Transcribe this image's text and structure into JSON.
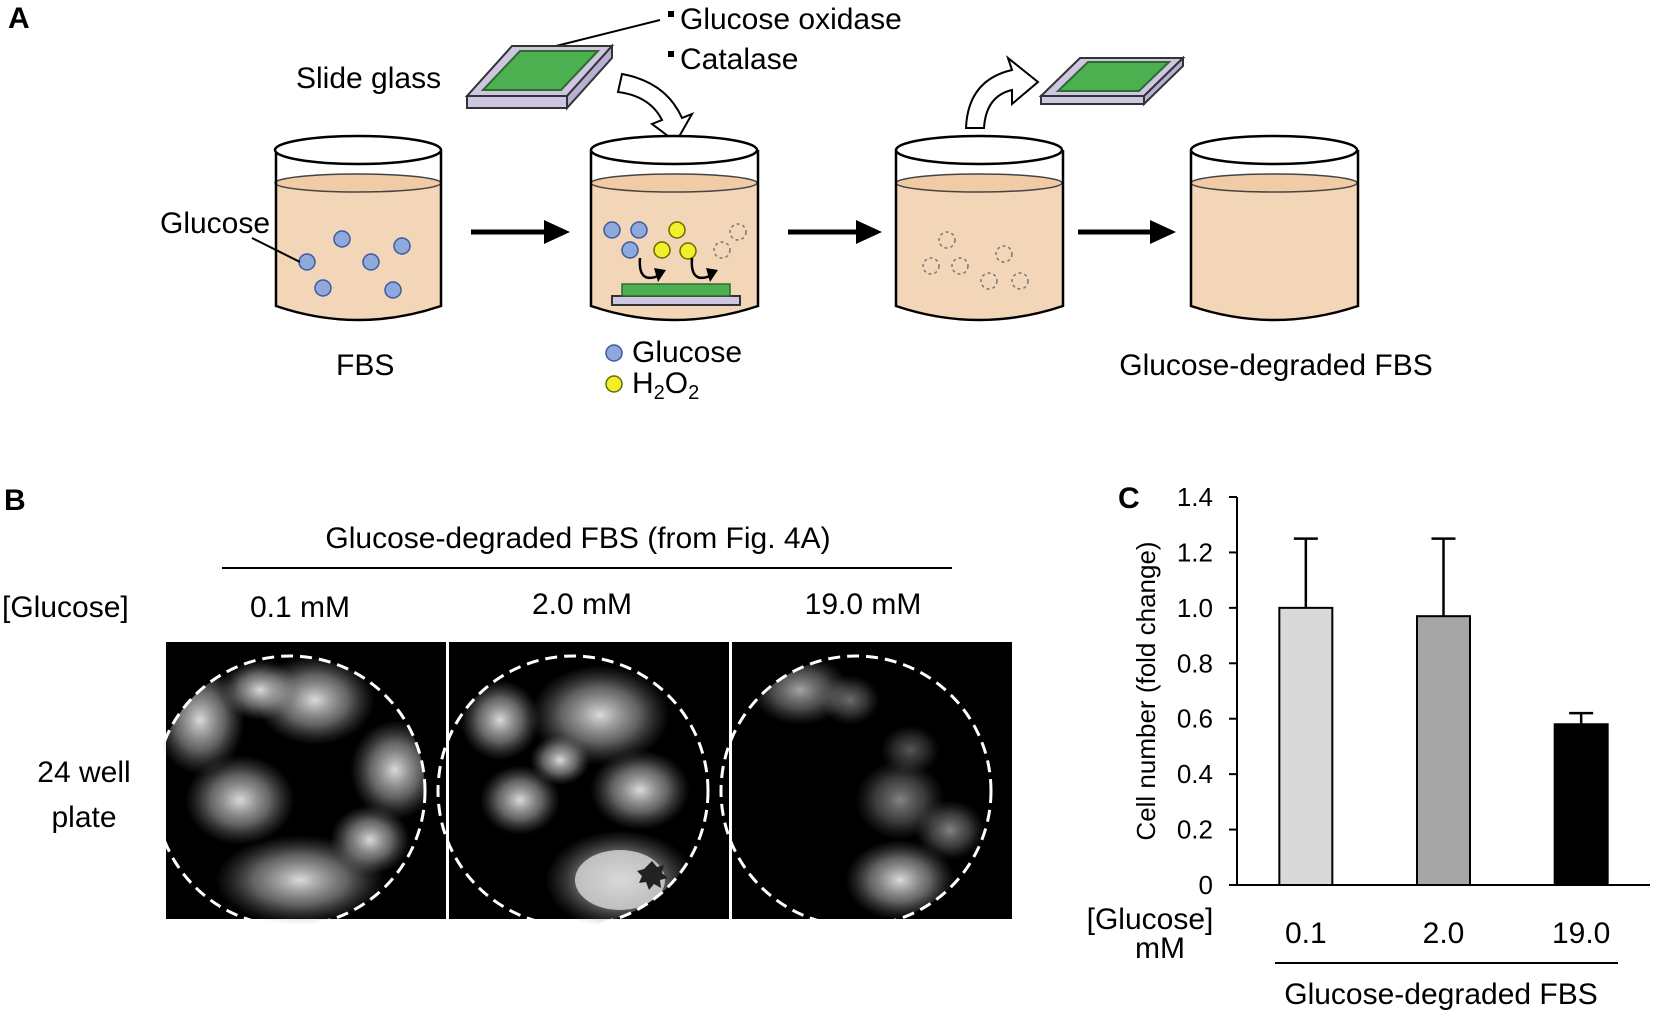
{
  "panel_a": {
    "letter": "A",
    "slide_glass": "Slide glass",
    "enzyme_1": "Glucose oxidase",
    "enzyme_2": "Catalase",
    "glucose_pointer": "Glucose",
    "beaker_1_label": "FBS",
    "legend_glucose": "Glucose",
    "legend_h2o2_h": "H",
    "legend_h2o2_2a": "2",
    "legend_h2o2_o": "O",
    "legend_h2o2_2b": "2",
    "beaker_4_label": "Glucose-degraded FBS",
    "colors": {
      "fbs_liquid": "#f3d6b8",
      "glucose": "#8fa9dc",
      "h2o2": "#f5ee2a",
      "enzyme_coating": "#4caf50",
      "slide": "#cfc6e2"
    }
  },
  "panel_b": {
    "letter": "B",
    "header": "Glucose-degraded FBS (from Fig. 4A)",
    "glucose_label": "[Glucose]",
    "conditions": [
      "0.1 mM",
      "2.0 mM",
      "19.0 mM"
    ],
    "row_label_1": "24 well",
    "row_label_2": "plate"
  },
  "panel_c": {
    "letter": "C",
    "xlabel_1": "[Glucose]",
    "xlabel_2": "mM",
    "group_label": "Glucose-degraded FBS",
    "chart_data": {
      "type": "bar",
      "categories": [
        "0.1",
        "2.0",
        "19.0"
      ],
      "values": [
        1.0,
        0.97,
        0.58
      ],
      "error_upper": [
        0.25,
        0.28,
        0.04
      ],
      "ylabel": "Cell number (fold change)",
      "ylim": [
        0,
        1.4
      ],
      "yticks": [
        "0",
        "0.2",
        "0.4",
        "0.6",
        "0.8",
        "1.0",
        "1.2",
        "1.4"
      ],
      "bar_colors": [
        "#d9d9d9",
        "#a6a6a6",
        "#000000"
      ],
      "grid": false
    }
  }
}
